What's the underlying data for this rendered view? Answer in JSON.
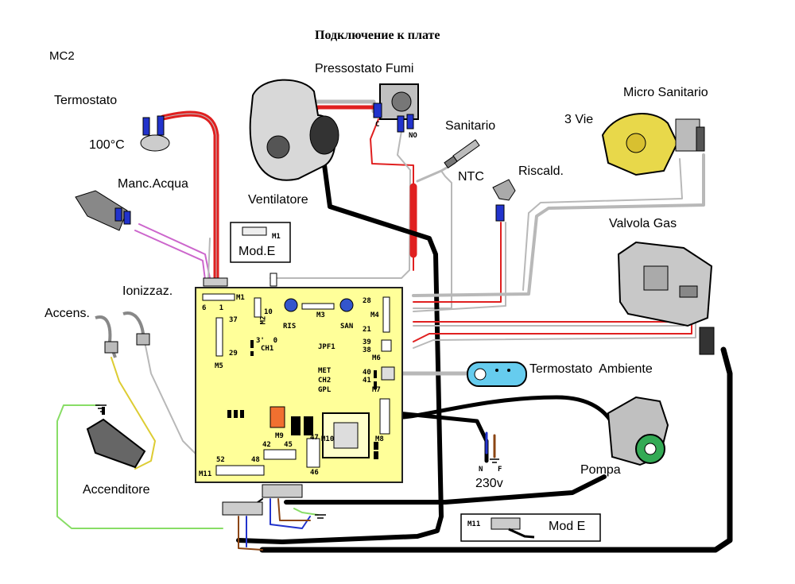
{
  "title": "Подключение к плате",
  "model": "MC2",
  "components": {
    "termostato": "Termostato",
    "temp_100": "100°C",
    "manc_acqua": "Manc.Acqua",
    "pressostato": "Pressostato Fumi",
    "ventilatore": "Ventilatore",
    "sanitario": "Sanitario",
    "ntc": "NTC",
    "riscald": "Riscald.",
    "tre_vie": "3 Vie",
    "micro_sanitario": "Micro Sanitario",
    "valvola_gas": "Valvola Gas",
    "ionizzaz": "Ionizzaz.",
    "accens": "Accens.",
    "accenditore": "Accenditore",
    "termostato_ambiente": "Termostato  Ambiente",
    "pompa": "Pompa",
    "supply_230": "230v",
    "mod_e_top": "Mod.E",
    "m1_top": "M1",
    "mod_e_bottom": "Mod E",
    "m11_bottom": "M11",
    "press_c": "C",
    "press_no": "NO",
    "neutral": "N",
    "phase": "F"
  },
  "board": {
    "m1": "M1",
    "m1_pins": "6   1",
    "m2": "M2",
    "m2_pins": "10",
    "m3": "M3",
    "m4": "M4",
    "m4_pins_top": "28",
    "m4_pins_bot": "21",
    "m5": "M5",
    "m5_pins_top": "37",
    "m5_pins_bot": "29",
    "ris": "RIS",
    "san": "SAN",
    "ch1": "CH1",
    "jpf1": "JPF1",
    "m6": "M6",
    "m6_pins_top": "39",
    "m6_pins_bot": "38",
    "met": "MET",
    "ch2": "CH2",
    "gpl": "GPL",
    "m7": "M7",
    "m7_pins_top": "40",
    "m7_pins_bot": "41",
    "m8": "M8",
    "m9": "M9",
    "m9_pins": "42   45",
    "m10": "M10",
    "m10_pins_top": "47",
    "m10_pins_bot": "46",
    "m11": "M11",
    "m11_pins_left": "52",
    "m11_pins_right": "48",
    "ch1_pins": "3'  0"
  },
  "colors": {
    "board": "#ffff99",
    "wire_red": "#e02020",
    "wire_black": "#000000",
    "wire_gray": "#b8b8b8",
    "wire_magenta": "#cc66cc",
    "wire_green": "#88dd66",
    "wire_yellow": "#ddcc33",
    "wire_blue": "#2233cc",
    "wire_brown": "#8b4513"
  }
}
